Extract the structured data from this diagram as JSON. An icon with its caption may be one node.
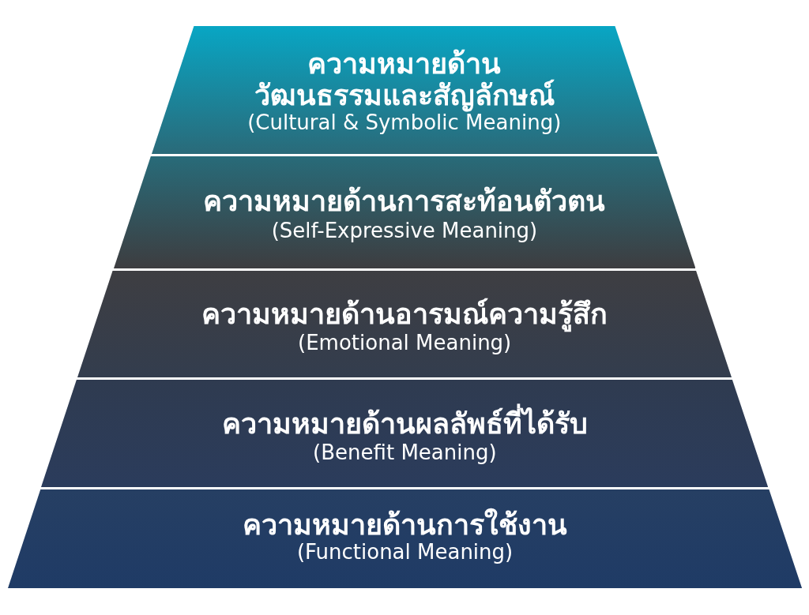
{
  "diagram": {
    "nodes": [
      {
        "text": [
          "ความหมายด้านวัฒนธรรมและสัญลักษณ์",
          "(Cultural & Symbolic Meaning)"
        ]
      },
      {
        "text": [
          "ความหมายด้านการสะท้อนตัวตน",
          "(Self-Expressive Meaning)"
        ]
      },
      {
        "text": [
          "ความหมายด้านอารมณ์ความรู้สึก",
          "(Emotional Meaning)"
        ]
      },
      {
        "text": [
          "ความหมายด้านผลลัพธ์ที่ได้รับ",
          "(Benefit Meaning)"
        ]
      },
      {
        "text": [
          "ความหมายด้านการใช้งาน",
          "(Functional Meaning)"
        ]
      }
    ]
  }
}
